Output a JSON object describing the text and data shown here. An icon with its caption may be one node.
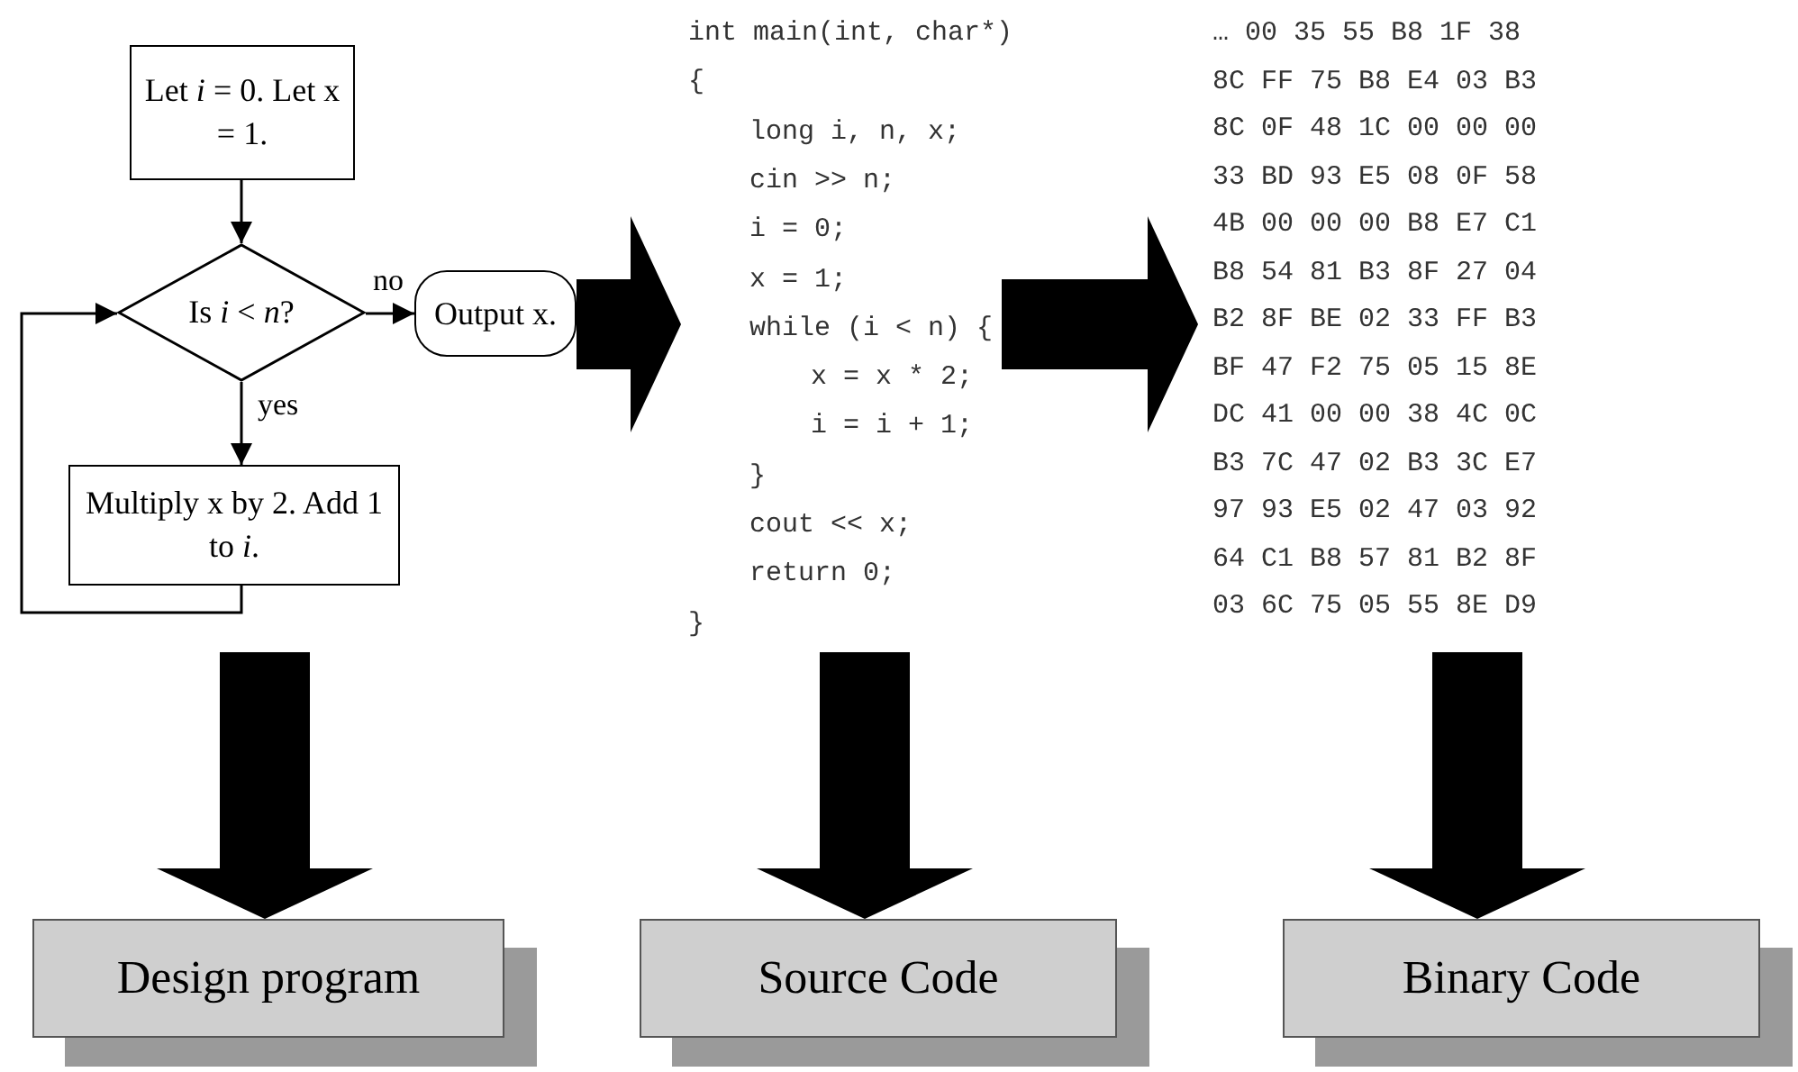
{
  "diagram": {
    "nodes": [
      {
        "text": [
          "Let *i* = 0. Let x = 1."
        ]
      },
      {
        "text": [
          "Is *i* < *n*?"
        ]
      },
      {
        "text": [
          "Output x."
        ]
      },
      {
        "text": [
          "Multiply x by 2. Add 1 to *i*."
        ]
      },
      {
        "text": [
          "int main(int, char*)",
          "{",
          "long i, n, x;",
          "cin >> n;",
          "i = 0;",
          "x = 1;",
          "while (i < n) {",
          "x = x * 2;",
          "i = i + 1;",
          "}",
          "cout << x;",
          "return 0;",
          "}"
        ]
      },
      {
        "text": [
          "… 00 35 55 B8 1F 38",
          "8C FF 75 B8 E4 03 B3",
          "8C 0F 48 1C 00 00 00",
          "33 BD 93 E5 08 0F 58",
          "4B 00 00 00 B8 E7 C1",
          "B8 54 81 B3 8F 27 04",
          "B2 8F BE 02 33 FF B3",
          "BF 47 F2 75 05 15 8E",
          "DC 41 00 00 38 4C 0C",
          "B3 7C 47 02 B3 3C E7",
          "97 93 E5 02 47 03 92",
          "64 C1 B8 57 81 B2 8F",
          "03 6C 75 05 55 8E D9"
        ]
      },
      {
        "text": [
          "Design program"
        ]
      },
      {
        "text": [
          "Source Code"
        ]
      },
      {
        "text": [
          "Binary Code"
        ]
      }
    ],
    "edges": [
      {
        "from": 0,
        "to": 1,
        "arrow": "to"
      },
      {
        "from": 1,
        "to": 2,
        "arrow": "to",
        "label": "no"
      },
      {
        "from": 1,
        "to": 3,
        "arrow": "to",
        "label": "yes"
      },
      {
        "from": 3,
        "to": 1,
        "arrow": "to"
      },
      {
        "from": 2,
        "to": 4,
        "arrow": "to"
      },
      {
        "from": 4,
        "to": 5,
        "arrow": "to"
      },
      {
        "from": null,
        "to": 6,
        "arrow": "to"
      },
      {
        "from": 4,
        "to": 7,
        "arrow": "to"
      },
      {
        "from": 5,
        "to": 8,
        "arrow": "to"
      }
    ]
  }
}
